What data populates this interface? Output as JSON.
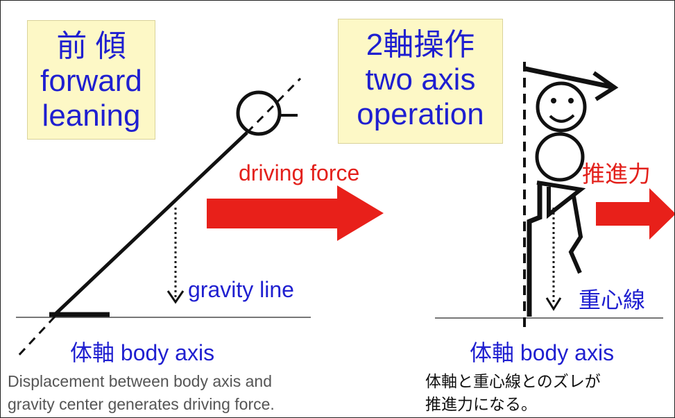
{
  "left_panel": {
    "title_jp": "前 傾",
    "title_en_1": "forward",
    "title_en_2": "leaning",
    "driving_force": "driving force",
    "gravity_line": "gravity line",
    "body_axis": "体軸  body axis",
    "caption_1": "Displacement between body axis and",
    "caption_2": "gravity center generates driving force."
  },
  "right_panel": {
    "title_jp": "2軸操作",
    "title_en_1": "two axis",
    "title_en_2": "operation",
    "driving_force_jp": "推進力",
    "gravity_line_jp": "重心線",
    "body_axis": "体軸  body axis",
    "caption_1": "体軸と重心線とのズレが",
    "caption_2": "推進力になる。"
  },
  "colors": {
    "title_text": "#1f1fd0",
    "title_box": "#fdf8c6",
    "arrow": "#e8201a",
    "label_red": "#e3201b"
  }
}
